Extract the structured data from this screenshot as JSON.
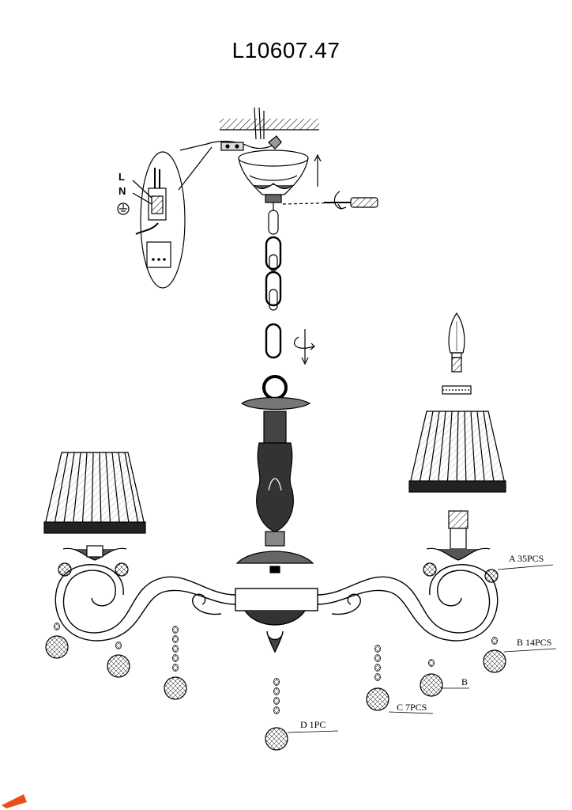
{
  "title": "L10607.47",
  "wiring": {
    "live_label": "L",
    "neutral_label": "N",
    "ground_icon": "ground-symbol-icon"
  },
  "callouts": {
    "a": "A 35PCS",
    "b_main": "B 14PCS",
    "b_small": "B",
    "c": "C 7PCS",
    "d": "D 1PC"
  },
  "colors": {
    "line": "#000000",
    "background": "#ffffff",
    "corner_badge": "#e8501a"
  }
}
